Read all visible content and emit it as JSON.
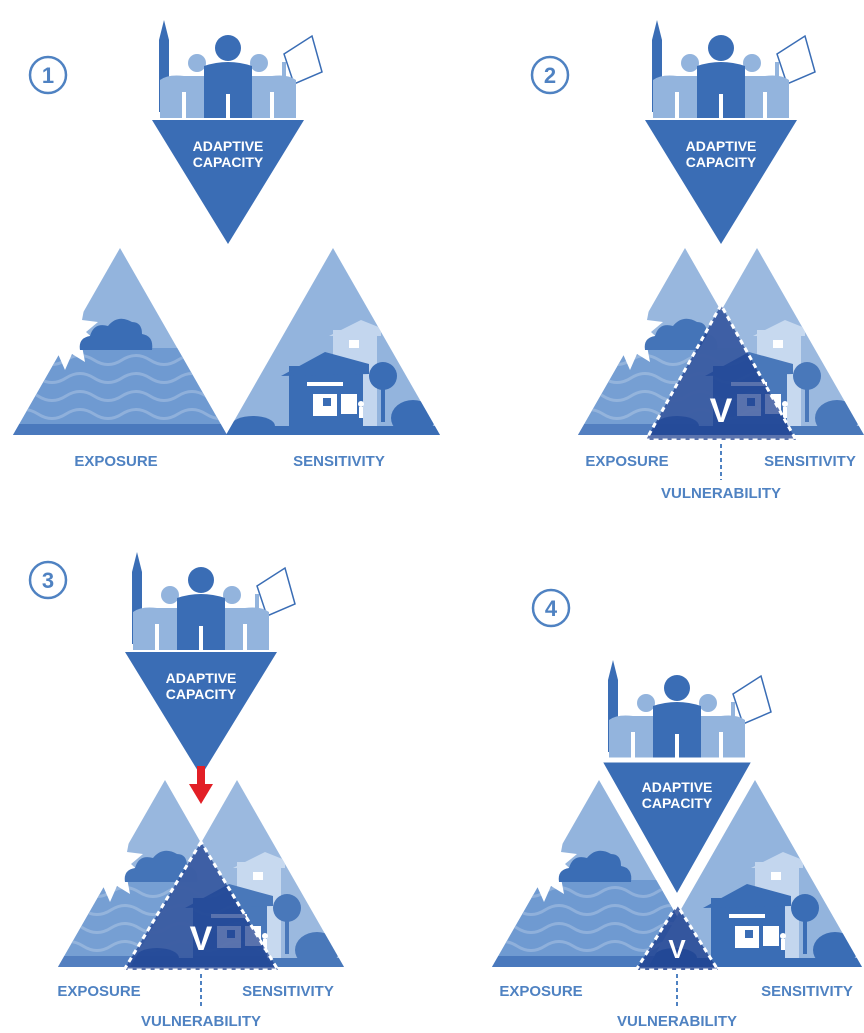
{
  "panels": [
    {
      "number": "1",
      "capacity_line1": "ADAPTIVE",
      "capacity_line2": "CAPACITY",
      "exposure": "EXPOSURE",
      "sensitivity": "SENSITIVITY",
      "vulnerability": "",
      "vulnerability_mark": ""
    },
    {
      "number": "2",
      "capacity_line1": "ADAPTIVE",
      "capacity_line2": "CAPACITY",
      "exposure": "EXPOSURE",
      "sensitivity": "SENSITIVITY",
      "vulnerability": "VULNERABILITY",
      "vulnerability_mark": "V"
    },
    {
      "number": "3",
      "capacity_line1": "ADAPTIVE",
      "capacity_line2": "CAPACITY",
      "exposure": "EXPOSURE",
      "sensitivity": "SENSITIVITY",
      "vulnerability": "VULNERABILITY",
      "vulnerability_mark": "V"
    },
    {
      "number": "4",
      "capacity_line1": "ADAPTIVE",
      "capacity_line2": "CAPACITY",
      "exposure": "EXPOSURE",
      "sensitivity": "SENSITIVITY",
      "vulnerability": "VULNERABILITY",
      "vulnerability_mark": "V"
    }
  ],
  "colors": {
    "dark_blue": "#3a6db5",
    "mid_blue": "#6f9ad1",
    "light_blue": "#93b4dd",
    "pale_blue": "#c3d6ee",
    "label_blue": "#4f82c2",
    "vulnerability_fill": "#1d3f8f",
    "arrow_red": "#e21f26"
  },
  "icons": [
    "pencil-icon",
    "people-icon",
    "flag-icon",
    "sun-icon",
    "cloud-icon",
    "waves-icon",
    "house-icon",
    "tree-icon",
    "down-arrow-icon"
  ]
}
